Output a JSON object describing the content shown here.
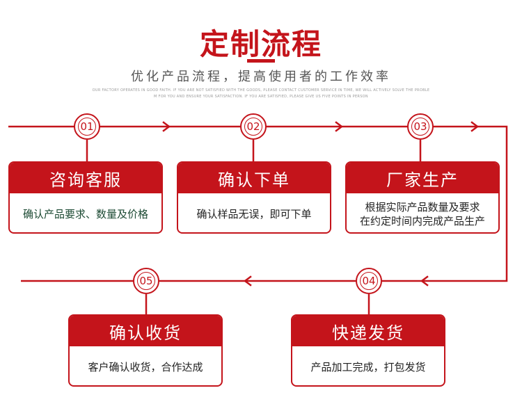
{
  "header": {
    "title": "定制流程",
    "subtitle": "优化产品流程，提高使用者的工作效率",
    "fine_print_line1": "OUR FACTORY OPERATES IN GOOD FAITH. IF YOU ARE NOT SATISFIED WITH THE GOODS, PLEASE CONTACT CUSTOMER SERVICE IN TIME, WE WILL ACTIVELY SOLVE THE PROBLE",
    "fine_print_line2": "M FOR YOU AND ENSURE YOUR SATISFACTION. IF YOU ARE SATISFIED, PLEASE GIVE US FIVE POINTS IN PERSON"
  },
  "accent_color": "#c4141b",
  "steps": [
    {
      "number": "01",
      "title": "咨询客服",
      "desc": [
        "确认产品要求、数量及价格"
      ]
    },
    {
      "number": "02",
      "title": "确认下单",
      "desc": [
        "确认样品无误，即可下单"
      ]
    },
    {
      "number": "03",
      "title": "厂家生产",
      "desc": [
        "根据实际产品数量及要求",
        "在约定时间内完成产品生产"
      ]
    },
    {
      "number": "04",
      "title": "快递发货",
      "desc": [
        "产品加工完成，打包发货"
      ]
    },
    {
      "number": "05",
      "title": "确认收货",
      "desc": [
        "客户确认收货，合作达成"
      ]
    }
  ]
}
